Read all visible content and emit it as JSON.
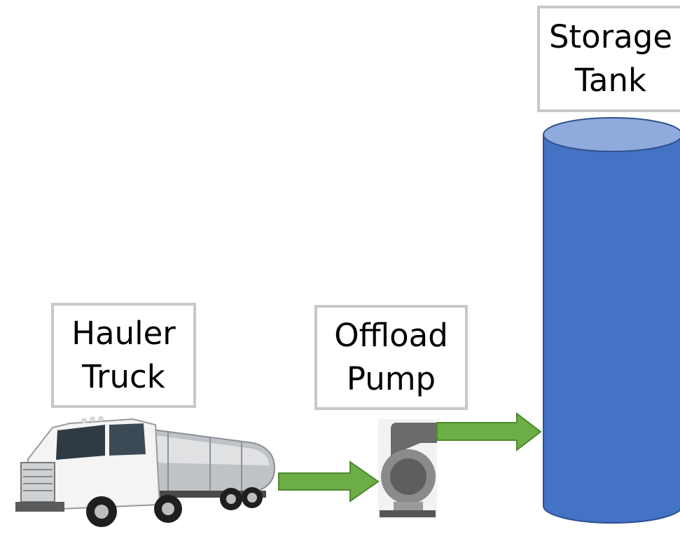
{
  "labels": {
    "truck": {
      "line1": "Hauler",
      "line2": "Truck"
    },
    "pump": {
      "line1": "Offload",
      "line2": "Pump"
    },
    "tank": {
      "line1": "Storage",
      "line2": "Tank"
    }
  },
  "images": {
    "truck": "tanker-truck-image",
    "pump": "pump-icon",
    "tank": "storage-tank-cylinder"
  },
  "colors": {
    "label_border": "#c8c8c8",
    "flow_arrow": "#6cad45",
    "flow_arrow_outline": "#4d8a2f",
    "tank_body": "#4472c4",
    "tank_top": "#8faadc",
    "tank_outline": "#2f528f",
    "pump_gray": "#6b6b6b"
  }
}
